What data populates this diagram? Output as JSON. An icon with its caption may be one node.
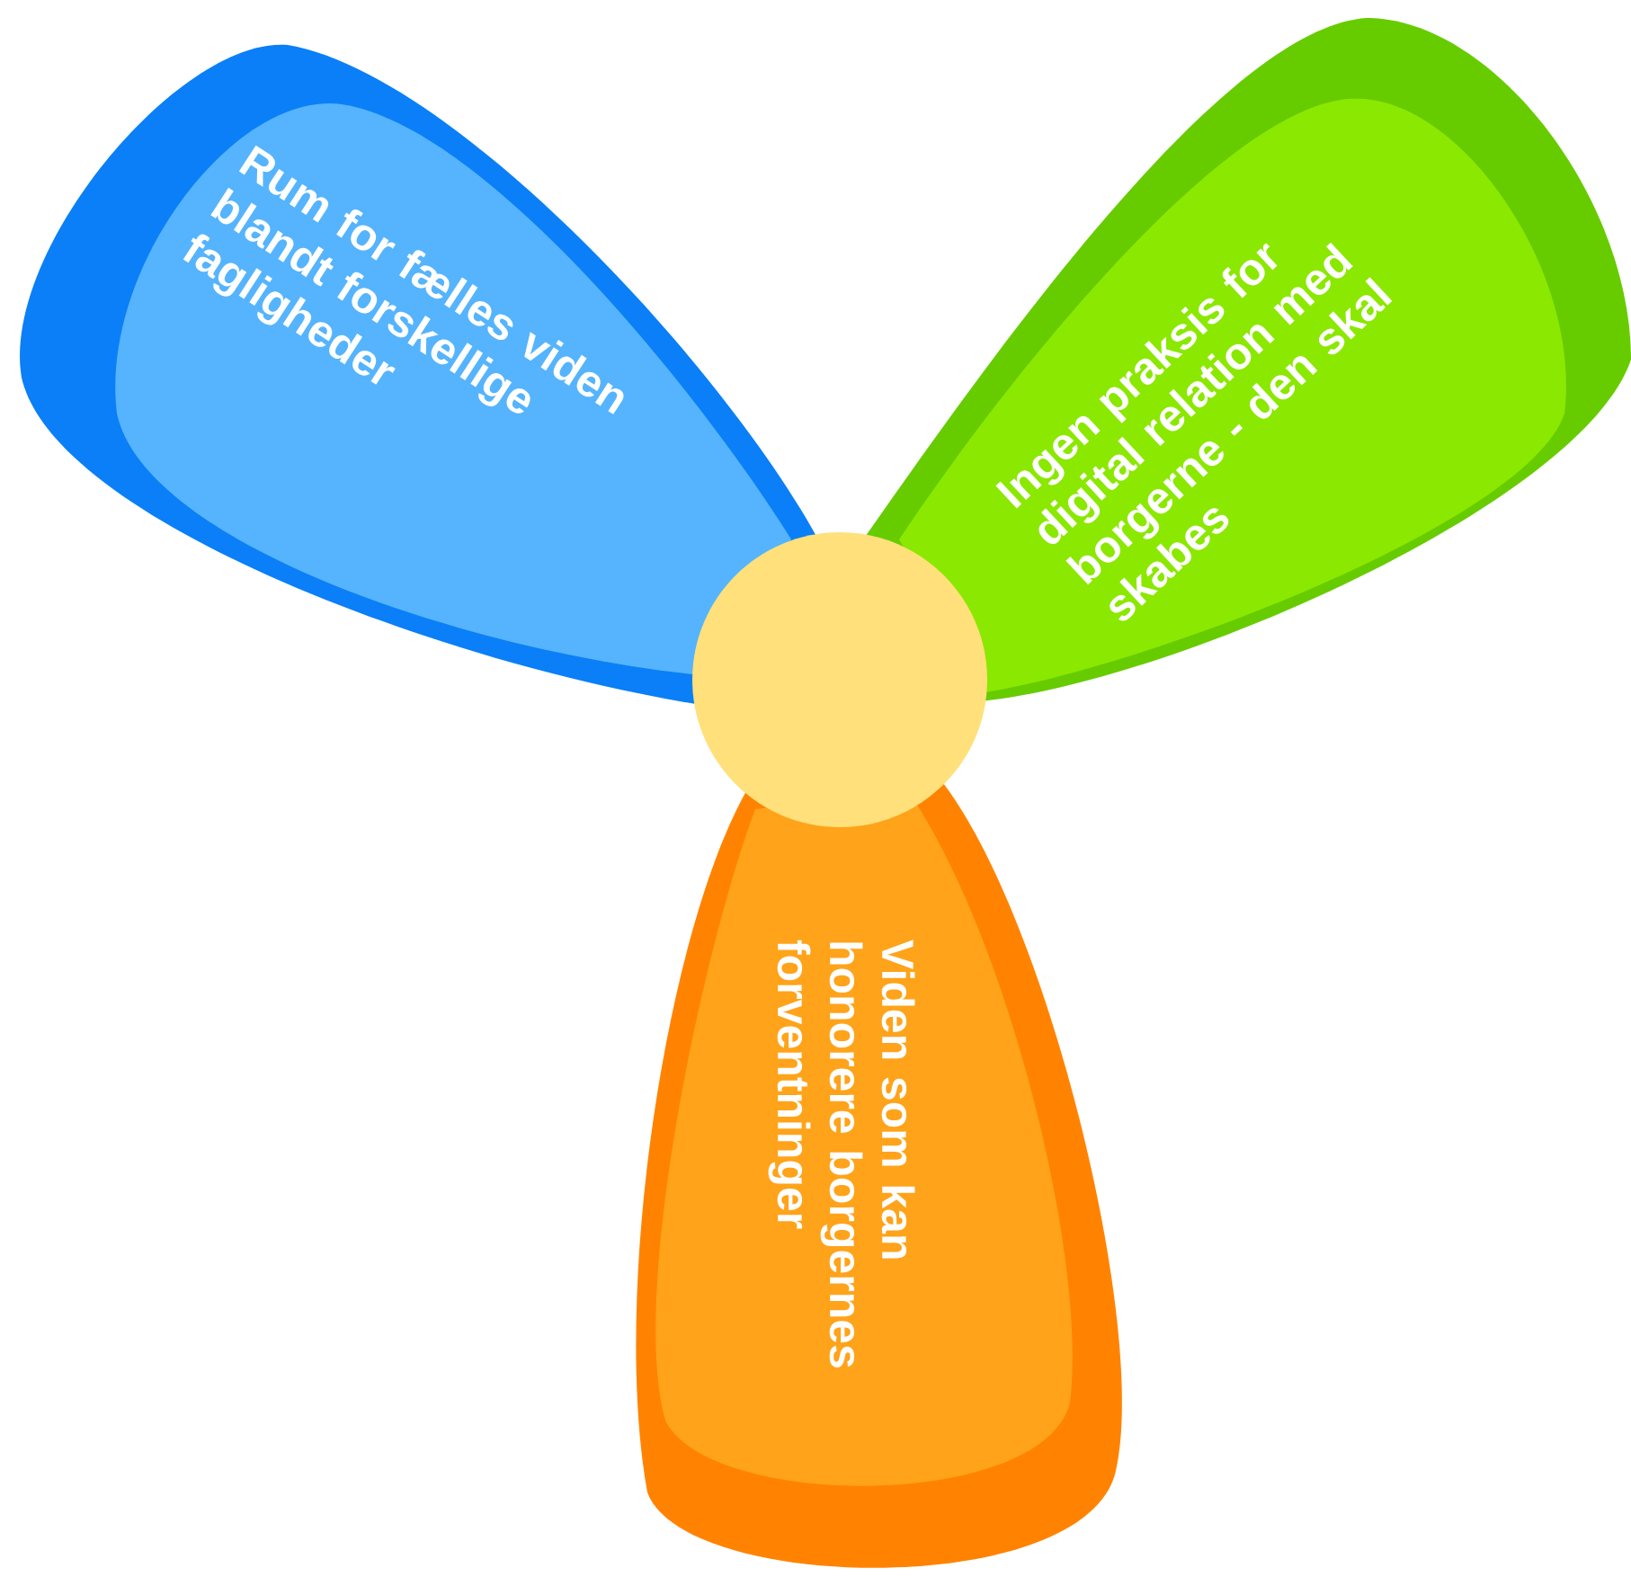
{
  "diagram": {
    "nodes": [
      {
        "text": [
          "Rum for fælles viden blandt forskellige fagligheder"
        ]
      },
      {
        "text": [
          "Ingen praksis for digital relation med borgerne - den skal skabes"
        ]
      },
      {
        "text": [],
        "shape": "circle"
      },
      {
        "text": [
          "Viden som kan honorere borgernes forventninger"
        ]
      }
    ]
  }
}
